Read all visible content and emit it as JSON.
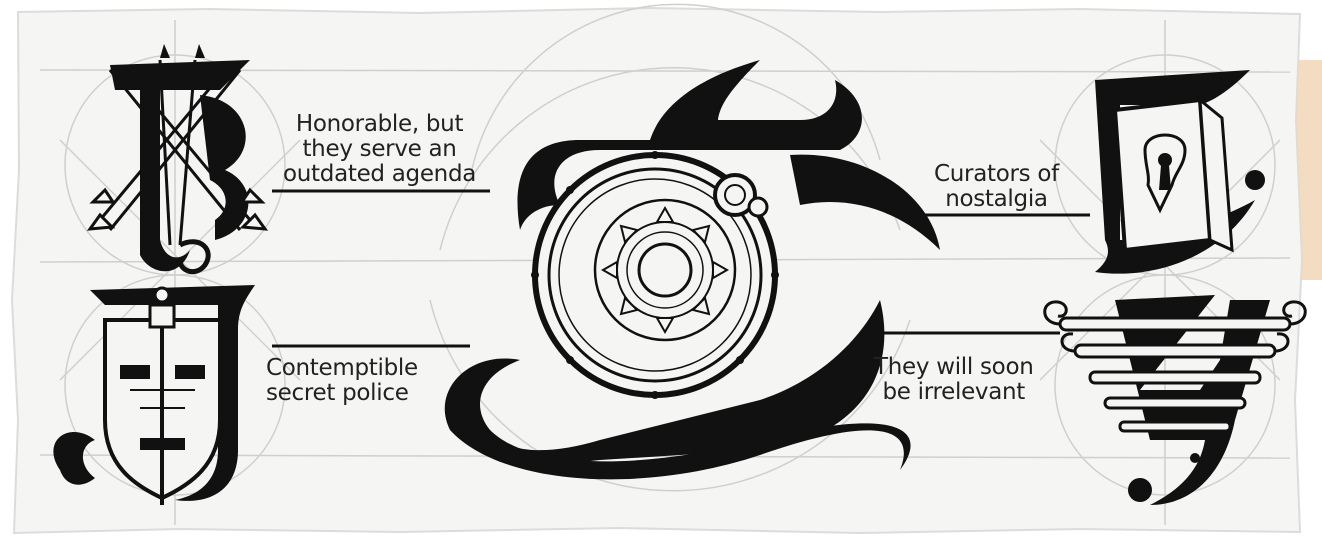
{
  "captions": {
    "top_left": [
      "Honorable, but",
      "they serve an",
      "outdated agenda"
    ],
    "bottom_left": [
      "Contemptible",
      "secret police"
    ],
    "top_right": [
      "Curators of",
      "nostalgia"
    ],
    "bottom_right": [
      "They will soon",
      "be irrelevant"
    ]
  },
  "colors": {
    "ink": "#111111",
    "paper": "#f5f5f4",
    "paper_shade": "#e6e6e4",
    "faint_line": "#c9c9c7",
    "accent_peach": "#f3dcc2"
  },
  "icons": {
    "center": "ornate-letter-s-with-clockwork-gear",
    "top_left": "letter-b-with-bundle-of-arrows",
    "bottom_left": "letter-j-with-shield-and-sword",
    "top_right": "letter-e-with-book-keyhole",
    "bottom_right": "letter-y-with-scrolling-tiers"
  }
}
